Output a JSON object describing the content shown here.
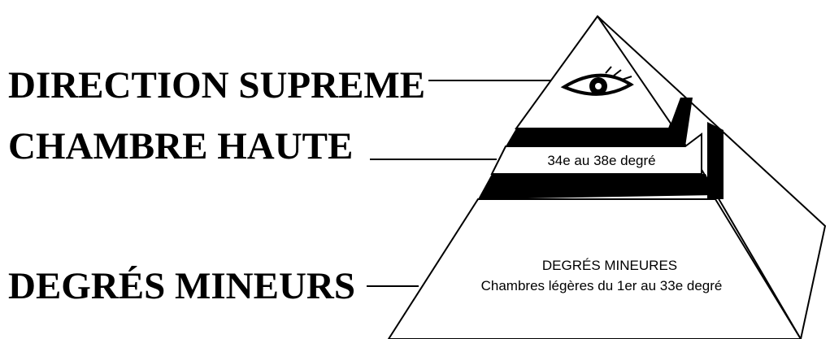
{
  "labels": {
    "direction": "DIRECTION SUPREME",
    "chambre_haute": "CHAMBRE  HAUTE",
    "degres_mineurs": "DEGRÉS  MINEURS"
  },
  "pyramid": {
    "middle_text": "34e au 38e degré",
    "bottom_title": "DEGRÉS MINEURES",
    "bottom_subtitle": "Chambres légères du 1er au 33e degré"
  },
  "colors": {
    "ink": "#000000",
    "background": "#ffffff"
  }
}
